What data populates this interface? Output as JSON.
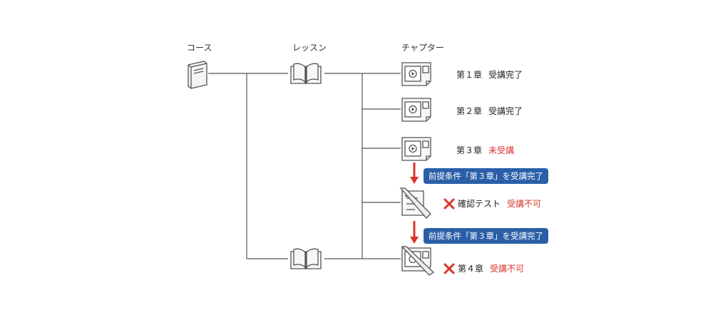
{
  "headers": {
    "course": "コース",
    "lesson": "レッスン",
    "chapter": "チャプター"
  },
  "chapters": [
    {
      "name": "第１章",
      "status": "受講完了"
    },
    {
      "name": "第２章",
      "status": "受講完了"
    },
    {
      "name": "第３章",
      "status": "未受講"
    }
  ],
  "test": {
    "name": "確認テスト",
    "status": "受講不可"
  },
  "chapter4": {
    "name": "第４章",
    "status": "受講不可"
  },
  "condition1": "前提条件「第３章」を受講完了",
  "condition2": "前提条件「第３章」を受講完了",
  "colors": {
    "line": "#555555",
    "ok": "#222222",
    "ng": "#d9342b",
    "banner": "#2a5fa8"
  },
  "icons": [
    "book-icon",
    "open-book-icon",
    "video-chapter-icon",
    "test-icon",
    "cross-mark-icon",
    "down-arrow-icon"
  ]
}
